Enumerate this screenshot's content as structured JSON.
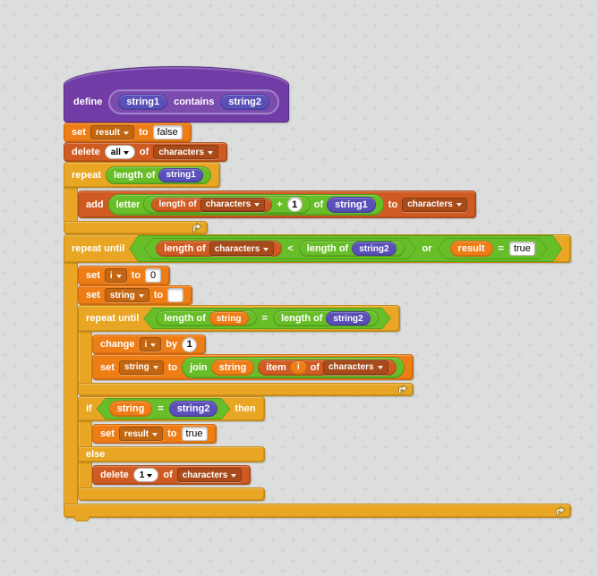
{
  "palette": {
    "canvas": "#dcdddd",
    "canvas-dot": "#cfd0d0",
    "control": "#e8a624",
    "control-bd": "#c58917",
    "variable": "#ee7d16",
    "variable-bd": "#d0690d",
    "list": "#cf5b22",
    "list-bd": "#ae4a18",
    "operator": "#68be29",
    "operator-bd": "#4f9e18",
    "custom": "#713ca6",
    "custom-bd": "#532b80",
    "proto": "#7c4bae",
    "proto-bd": "#a383cc",
    "param": "#5a51b8",
    "param-bd": "#473d9c",
    "input-bg": "#ffffff",
    "input-text": "#000000"
  },
  "script": {
    "define": {
      "keyword": "define",
      "param1": "string1",
      "label_contains": "contains",
      "param2": "string2"
    },
    "set_result_false": {
      "keyword": "set",
      "variable": "result",
      "label_to": "to",
      "value": "false"
    },
    "delete_all": {
      "keyword": "delete",
      "index": "all",
      "label_of": "of",
      "list": "characters"
    },
    "repeat_length": {
      "keyword": "repeat",
      "label_length_of": "length of",
      "param": "string1"
    },
    "add_letter": {
      "keyword": "add",
      "label_letter": "letter",
      "label_length_of": "length of",
      "list": "characters",
      "label_plus": "+",
      "num": "1",
      "label_of": "of",
      "param": "string1",
      "label_to": "to",
      "dest_list": "characters"
    },
    "outer_repeat_until": {
      "keyword": "repeat until",
      "label_length_of_1": "length of",
      "list": "characters",
      "label_lt": "<",
      "label_length_of_2": "length of",
      "param": "string2",
      "label_or": "or",
      "variable": "result",
      "label_eq": "=",
      "value": "true"
    },
    "set_i_zero": {
      "keyword": "set",
      "variable": "i",
      "label_to": "to",
      "value": "0"
    },
    "set_string_empty": {
      "keyword": "set",
      "variable": "string",
      "label_to": "to",
      "value": ""
    },
    "inner_repeat_until": {
      "keyword": "repeat until",
      "label_length_of_1": "length of",
      "variable": "string",
      "label_eq": "=",
      "label_length_of_2": "length of",
      "param": "string2"
    },
    "change_i": {
      "keyword": "change",
      "variable": "i",
      "label_by": "by",
      "num": "1"
    },
    "set_string_join": {
      "keyword": "set",
      "variable": "string",
      "label_to": "to",
      "label_join": "join",
      "variable2": "string",
      "label_item": "item",
      "index_var": "i",
      "label_of": "of",
      "list": "characters"
    },
    "if_else": {
      "keyword_if": "if",
      "variable": "string",
      "label_eq": "=",
      "param": "string2",
      "keyword_then": "then",
      "keyword_else": "else"
    },
    "set_result_true": {
      "keyword": "set",
      "variable": "result",
      "label_to": "to",
      "value": "true"
    },
    "delete_one": {
      "keyword": "delete",
      "index": "1",
      "label_of": "of",
      "list": "characters"
    }
  }
}
